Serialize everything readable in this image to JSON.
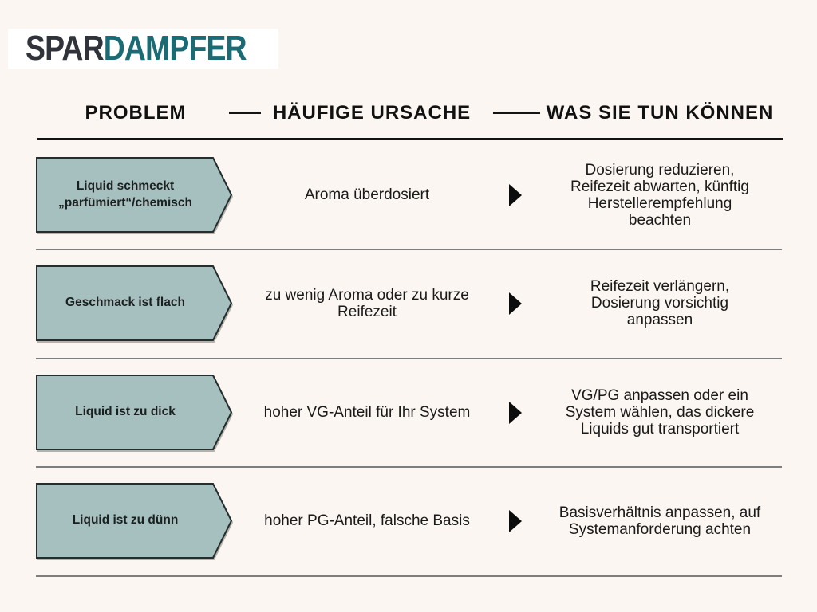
{
  "logo": {
    "part1": "SPAR",
    "part2": "DAMPFER"
  },
  "header": {
    "columns": [
      "PROBLEM",
      "HÄUFIGE URSACHE",
      "WAS SIE TUN KÖNNEN"
    ]
  },
  "colors": {
    "page-bg": "#fbf6f1",
    "box-fill": "#a5c0bf",
    "box-border": "#252d2d",
    "text-dark": "#1a1a1a",
    "logo-dark": "#30333a",
    "logo-teal": "#1a6b74",
    "separator": "#7e7e7e",
    "header-line": "#141414",
    "arrow": "#0c0c0c"
  },
  "rows": [
    {
      "problem": "Liquid schmeckt\n„parfümiert“/chemisch",
      "cause": "Aroma überdosiert",
      "solution": "Dosierung reduzieren,\nReifezeit abwarten, künftig\nHerstellerempfehlung\nbeachten"
    },
    {
      "problem": "Geschmack ist flach",
      "cause": "zu wenig Aroma oder zu kurze\nReifezeit",
      "solution": "Reifezeit verlängern,\nDosierung vorsichtig\nanpassen"
    },
    {
      "problem": "Liquid ist zu dick",
      "cause": "hoher VG-Anteil für Ihr System",
      "solution": "VG/PG anpassen oder ein\nSystem wählen, das dickere\nLiquids gut transportiert"
    },
    {
      "problem": "Liquid ist zu dünn",
      "cause": "hoher PG-Anteil, falsche Basis",
      "solution": "Basisverhältnis anpassen, auf\nSystemanforderung achten"
    }
  ]
}
